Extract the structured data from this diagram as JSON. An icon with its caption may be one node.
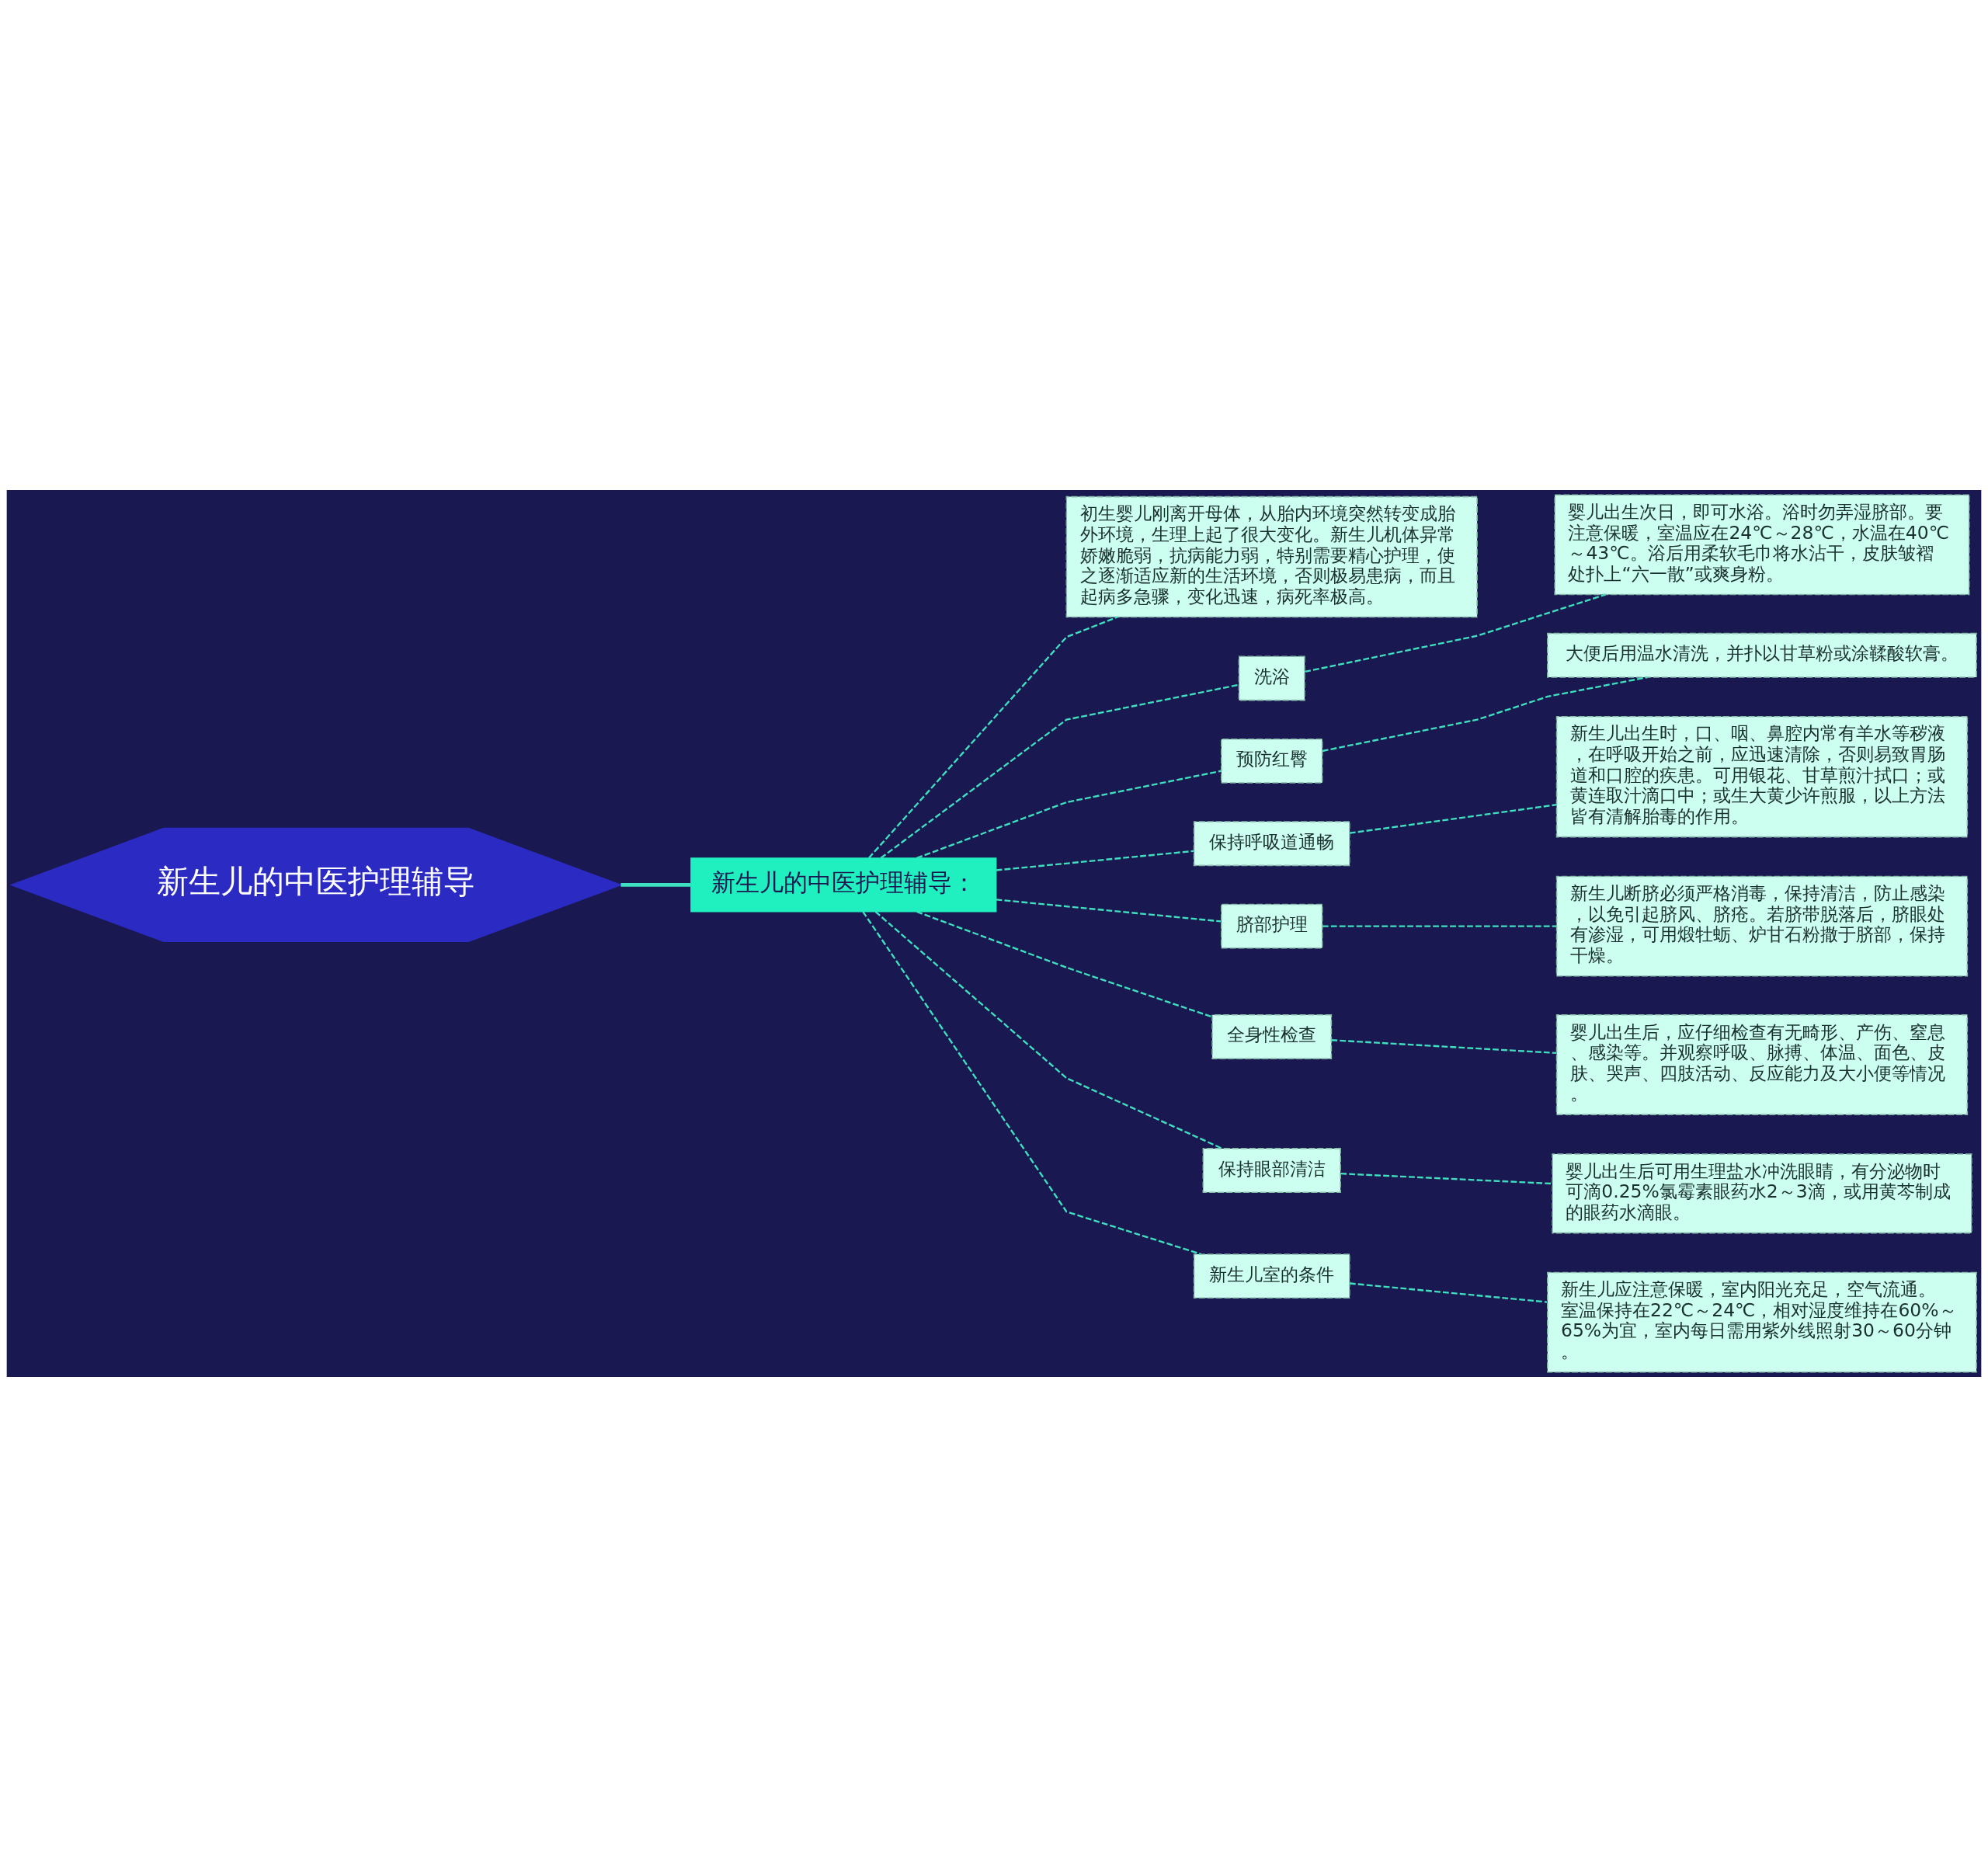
{
  "diagram": {
    "nodes": [
      {
        "text": [
          "新生儿的中医护理辅导"
        ]
      },
      {
        "text": [
          "新生儿的中医护理辅导："
        ]
      },
      {
        "text": [
          "初生婴儿刚离开母体，从胎内环境突然转变成胎外环境，生理上起了很大变化。新生儿机体异常娇嫩脆弱，抗病能力弱，特别需要精心护理，使之逐渐适应新的生活环境，否则极易患病，而且起病多急骤，变化迅速，病死率极高。"
        ]
      },
      {
        "text": [
          "洗浴"
        ]
      },
      {
        "text": [
          "婴儿出生次日，即可水浴。浴时勿弄湿脐部。要注意保暖，室温应在24℃～28℃，水温在40℃～43℃。浴后用柔软毛巾将水沾干，皮肤皱褶处扑上“六一散”或爽身粉。"
        ]
      },
      {
        "text": [
          "预防红臀"
        ]
      },
      {
        "text": [
          "大便后用温水清洗，并扑以甘草粉或涂鞣酸软膏。"
        ]
      },
      {
        "text": [
          "保持呼吸道通畅"
        ]
      },
      {
        "text": [
          "新生儿出生时，口、咽、鼻腔内常有羊水等秽液，在呼吸开始之前，应迅速清除，否则易致胃肠道和口腔的疾患。可用银花、甘草煎汁拭口；或黄连取汁滴口中；或生大黄少许煎服，以上方法皆有清解胎毒的作用。"
        ]
      },
      {
        "text": [
          "脐部护理"
        ]
      },
      {
        "text": [
          "新生儿断脐必须严格消毒，保持清洁，防止感染，以免引起脐风、脐疮。若脐带脱落后，脐眼处有渗湿，可用煅牡蛎、炉甘石粉撒于脐部，保持干燥。"
        ]
      },
      {
        "text": [
          "全身性检查"
        ]
      },
      {
        "text": [
          "婴儿出生后，应仔细检查有无畸形、产伤、窒息、感染等。并观察呼吸、脉搏、体温、面色、皮肤、哭声、四肢活动、反应能力及大小便等情况。"
        ]
      },
      {
        "text": [
          "保持眼部清洁"
        ]
      },
      {
        "text": [
          "婴儿出生后可用生理盐水冲洗眼睛，有分泌物时可滴0.25%氯霉素眼药水2～3滴，或用黄芩制成的眼药水滴眼。"
        ]
      },
      {
        "text": [
          "新生儿室的条件"
        ]
      },
      {
        "text": [
          "新生儿应注意保暖，室内阳光充足，空气流通。室温保持在22℃～24℃，相对湿度维持在60%～65%为宜，室内每日需用紫外线照射30～60分钟。"
        ]
      }
    ],
    "edges": [
      {
        "from": 0,
        "to": 1,
        "arrow": "none"
      },
      {
        "from": 1,
        "to": 2,
        "arrow": "none",
        "style": "dashed"
      },
      {
        "from": 1,
        "to": 3,
        "arrow": "none",
        "style": "dashed"
      },
      {
        "from": 3,
        "to": 4,
        "arrow": "none",
        "style": "dashed"
      },
      {
        "from": 1,
        "to": 5,
        "arrow": "none",
        "style": "dashed"
      },
      {
        "from": 5,
        "to": 6,
        "arrow": "none",
        "style": "dashed"
      },
      {
        "from": 1,
        "to": 7,
        "arrow": "none",
        "style": "dashed"
      },
      {
        "from": 7,
        "to": 8,
        "arrow": "none",
        "style": "dashed"
      },
      {
        "from": 1,
        "to": 9,
        "arrow": "none",
        "style": "dashed"
      },
      {
        "from": 9,
        "to": 10,
        "arrow": "none",
        "style": "dashed"
      },
      {
        "from": 1,
        "to": 11,
        "arrow": "none",
        "style": "dashed"
      },
      {
        "from": 11,
        "to": 12,
        "arrow": "none",
        "style": "dashed"
      },
      {
        "from": 1,
        "to": 13,
        "arrow": "none",
        "style": "dashed"
      },
      {
        "from": 13,
        "to": 14,
        "arrow": "none",
        "style": "dashed"
      },
      {
        "from": 1,
        "to": 15,
        "arrow": "none",
        "style": "dashed"
      },
      {
        "from": 15,
        "to": 16,
        "arrow": "none",
        "style": "dashed"
      }
    ]
  }
}
